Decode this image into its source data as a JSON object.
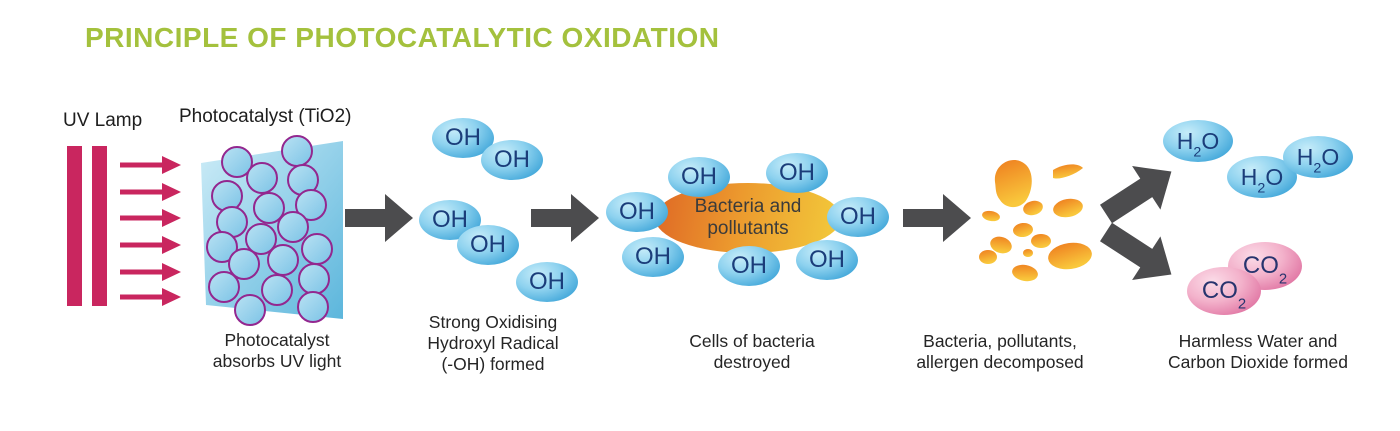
{
  "title": "PRINCIPLE OF PHOTOCATALYTIC OXIDATION",
  "labels": {
    "uv_lamp": "UV Lamp",
    "photocatalyst": "Photocatalyst (TiO2)",
    "oh": "OH",
    "bacteria": "Bacteria and pollutants"
  },
  "molecules": {
    "h2o": {
      "m1": "H",
      "sub": "2",
      "m2": "O"
    },
    "co2": {
      "m1": "CO",
      "sub": "2",
      "m2": ""
    }
  },
  "captions": {
    "stage1": [
      "Photocatalyst",
      "absorbs UV light"
    ],
    "stage2": [
      "Strong Oxidising",
      "Hydroxyl Radical",
      "(-OH) formed"
    ],
    "stage3": [
      "Cells of bacteria",
      "destroyed"
    ],
    "stage4": [
      "Bacteria, pollutants,",
      "allergen decomposed"
    ],
    "stage5": [
      "Harmless Water and",
      "Carbon Dioxide formed"
    ]
  },
  "colors": {
    "title_green": "#a4c13d",
    "uv_crimson": "#c9265f",
    "process_arrow_gray": "#4c4c4e",
    "bubble_blue": "#47aadb",
    "bubble_text_navy": "#1b3d7a",
    "co2_pink": "#d55f93",
    "bacteria_orange_left": "#e06d26",
    "bacteria_orange_right": "#f2c73a",
    "panel_blue_light": "#c8eaf6",
    "panel_blue_dark": "#5cb6dc",
    "particle_outline_purple": "#93278f",
    "fragment_orange": "#ee7d1f",
    "caption_text": "#252525"
  }
}
